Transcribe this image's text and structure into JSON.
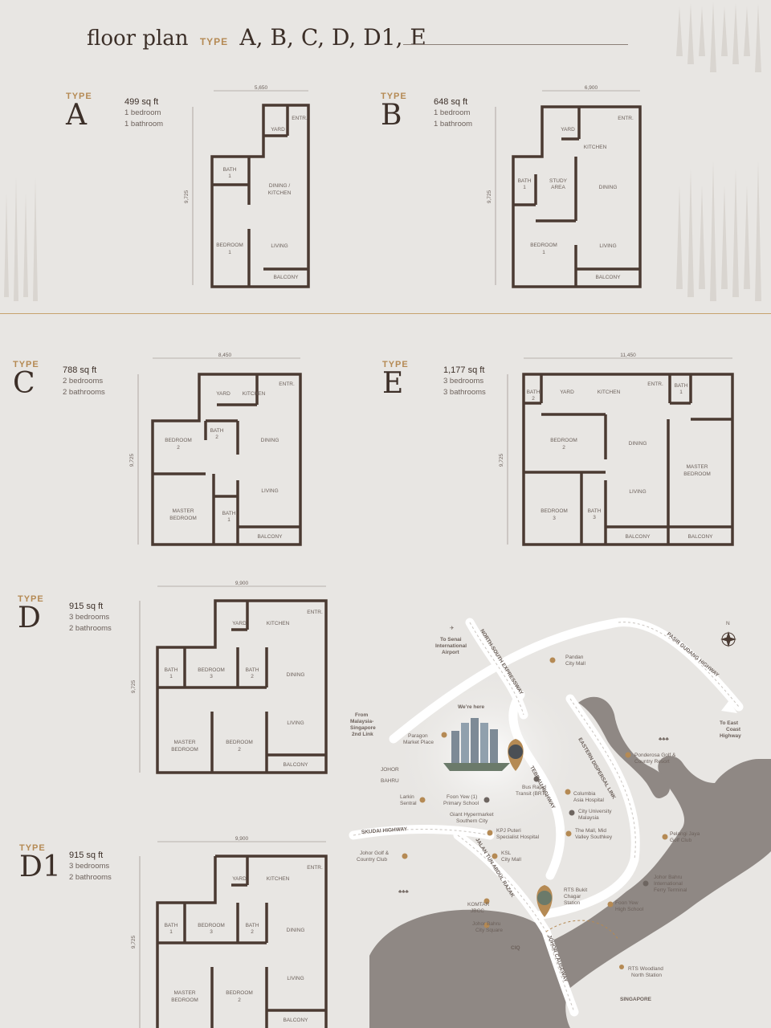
{
  "header": {
    "title": "floor plan",
    "type_word": "TYPE",
    "types": "A, B, C, D, D1, E"
  },
  "plans": [
    {
      "type_word": "TYPE",
      "letter": "A",
      "size": "499 sq ft",
      "bedrooms": "1 bedroom",
      "bathrooms": "1 bathroom",
      "width_dim": "5,650",
      "depth_dim": "9,725",
      "rooms": {
        "yard": "YARD",
        "entr": "ENTR.",
        "bath": "BATH",
        "bath_no": "1",
        "dining": "DINING /",
        "dining2": "KITCHEN",
        "bedroom": "BEDROOM",
        "bedroom_no": "1",
        "living": "LIVING",
        "balcony": "BALCONY"
      }
    },
    {
      "type_word": "TYPE",
      "letter": "B",
      "size": "648 sq ft",
      "bedrooms": "1 bedroom",
      "bathrooms": "1 bathroom",
      "width_dim": "6,900",
      "depth_dim": "9,725",
      "rooms": {
        "yard": "YARD",
        "entr": "ENTR.",
        "kitchen": "KITCHEN",
        "bath": "BATH",
        "bath_no": "1",
        "study": "STUDY",
        "study2": "AREA",
        "dining": "DINING",
        "bedroom": "BEDROOM",
        "bedroom_no": "1",
        "living": "LIVING",
        "balcony": "BALCONY"
      }
    },
    {
      "type_word": "TYPE",
      "letter": "C",
      "size": "788 sq ft",
      "bedrooms": "2 bedrooms",
      "bathrooms": "2 bathrooms",
      "width_dim": "8,450",
      "depth_dim": "9,725",
      "rooms": {
        "yard": "YARD",
        "kitchen": "KITCHEN",
        "entr": "ENTR.",
        "bedroom2": "BEDROOM",
        "bedroom2_no": "2",
        "bath2": "BATH",
        "bath2_no": "2",
        "dining": "DINING",
        "living": "LIVING",
        "master": "MASTER",
        "master2": "BEDROOM",
        "bath1": "BATH",
        "bath1_no": "1",
        "balcony": "BALCONY"
      }
    },
    {
      "type_word": "TYPE",
      "letter": "E",
      "size": "1,177 sq ft",
      "bedrooms": "3 bedrooms",
      "bathrooms": "3 bathrooms",
      "width_dim": "11,450",
      "depth_dim": "9,725",
      "rooms": {
        "bath2": "BATH",
        "bath2_no": "2",
        "yard": "YARD",
        "kitchen": "KITCHEN",
        "entr": "ENTR.",
        "bath1": "BATH",
        "bath1_no": "1",
        "bedroom2": "BEDROOM",
        "bedroom2_no": "2",
        "dining": "DINING",
        "master": "MASTER",
        "master2": "BEDROOM",
        "living": "LIVING",
        "bedroom3": "BEDROOM",
        "bedroom3_no": "3",
        "bath3": "BATH",
        "bath3_no": "3",
        "balcony": "BALCONY"
      }
    },
    {
      "type_word": "TYPE",
      "letter": "D",
      "size": "915 sq ft",
      "bedrooms": "3 bedrooms",
      "bathrooms": "2 bathrooms",
      "width_dim": "9,900",
      "depth_dim": "9,725",
      "rooms": {
        "yard": "YARD",
        "kitchen": "KITCHEN",
        "entr": "ENTR.",
        "bath1": "BATH",
        "bath1_no": "1",
        "bedroom3": "BEDROOM",
        "bedroom3_no": "3",
        "bath2": "BATH",
        "bath2_no": "2",
        "dining": "DINING",
        "living": "LIVING",
        "master": "MASTER",
        "master2": "BEDROOM",
        "bedroom2": "BEDROOM",
        "bedroom2_no": "2",
        "balcony": "BALCONY"
      }
    },
    {
      "type_word": "TYPE",
      "letter": "D1",
      "size": "915 sq ft",
      "bedrooms": "3 bedrooms",
      "bathrooms": "2 bathrooms",
      "width_dim": "9,900",
      "depth_dim": "9,725",
      "rooms": {
        "yard": "YARD",
        "kitchen": "KITCHEN",
        "entr": "ENTR.",
        "bath1": "BATH",
        "bath1_no": "1",
        "bedroom3": "BEDROOM",
        "bedroom3_no": "3",
        "bath2": "BATH",
        "bath2_no": "2",
        "dining": "DINING",
        "living": "LIVING",
        "master": "MASTER",
        "master2": "BEDROOM",
        "bedroom2": "BEDROOM",
        "bedroom2_no": "2",
        "balcony": "BALCONY"
      }
    }
  ],
  "map": {
    "we_are_here": "We’re here",
    "roads": {
      "north_south": "NORTH-SOUTH EXPRESSWAY",
      "pasir": "PASIR GUDANG HIGHWAY",
      "eastern": "EASTERN DISPERSAL LINK",
      "tebrau": "TEBRAU HIGHWAY",
      "skudai": "SKUDAI HIGHWAY",
      "tun": "JALAN TUN ABDUL RAZAK",
      "causeway": "JOHOR CAUSEWAY"
    },
    "places": {
      "airport1": "To Senai",
      "airport2": "International",
      "airport3": "Airport",
      "link1": "From",
      "link2": "Malaysia-",
      "link3": "Singapore",
      "link4": "2nd Link",
      "east1": "To East",
      "east2": "Coast",
      "east3": "Highway",
      "johor1": "JOHOR",
      "johor2": "BAHRU",
      "ciq": "CIQ",
      "singapore": "SINGAPORE",
      "north": "N",
      "pandan1": "Pandan",
      "pandan2": "City Mall",
      "paragon1": "Paragon",
      "paragon2": "Market Place",
      "ponderosa1": "Ponderosa Golf &",
      "ponderosa2": "Country Resort",
      "brt1": "Bus Rapid",
      "brt2": "Transit (BRT)",
      "larkin1": "Larkin",
      "larkin2": "Sentral",
      "foon1": "Foon Yew (1)",
      "foon2": "Primary School",
      "columbia1": "Columbia",
      "columbia2": "Asia Hospital",
      "giant1": "Giant Hypermarket",
      "giant2": "Southern City",
      "cityu1": "City University",
      "cityu2": "Malaysia",
      "kpj1": "KPJ Puteri",
      "kpj2": "Specialist Hospital",
      "mall1": "The Mall, Mid",
      "mall2": "Valley Southkey",
      "pelangi1": "Pelangi Jaya",
      "pelangi2": "Golf Club",
      "jgolf1": "Johor Golf &",
      "jgolf2": "Country Club",
      "ksl1": "KSL",
      "ksl2": "City Mall",
      "ferry1": "Johor Bahru",
      "ferry2": "International",
      "ferry3": "Ferry Terminal",
      "rts1": "RTS Bukit",
      "rts2": "Chagar",
      "rts3": "Station",
      "komtar1": "KOMTAR",
      "komtar2": "JBCC",
      "foonhs1": "Foon Yew",
      "foonhs2": "High School",
      "jbcity1": "Johor Bahru",
      "jbcity2": "City Square",
      "woodland1": "RTS Woodland",
      "woodland2": "North Station"
    }
  },
  "colors": {
    "wall": "#4a3a32",
    "accent": "#b58a54",
    "bg": "#e8e6e3",
    "land": "#8f8884",
    "road": "#ffffff"
  }
}
